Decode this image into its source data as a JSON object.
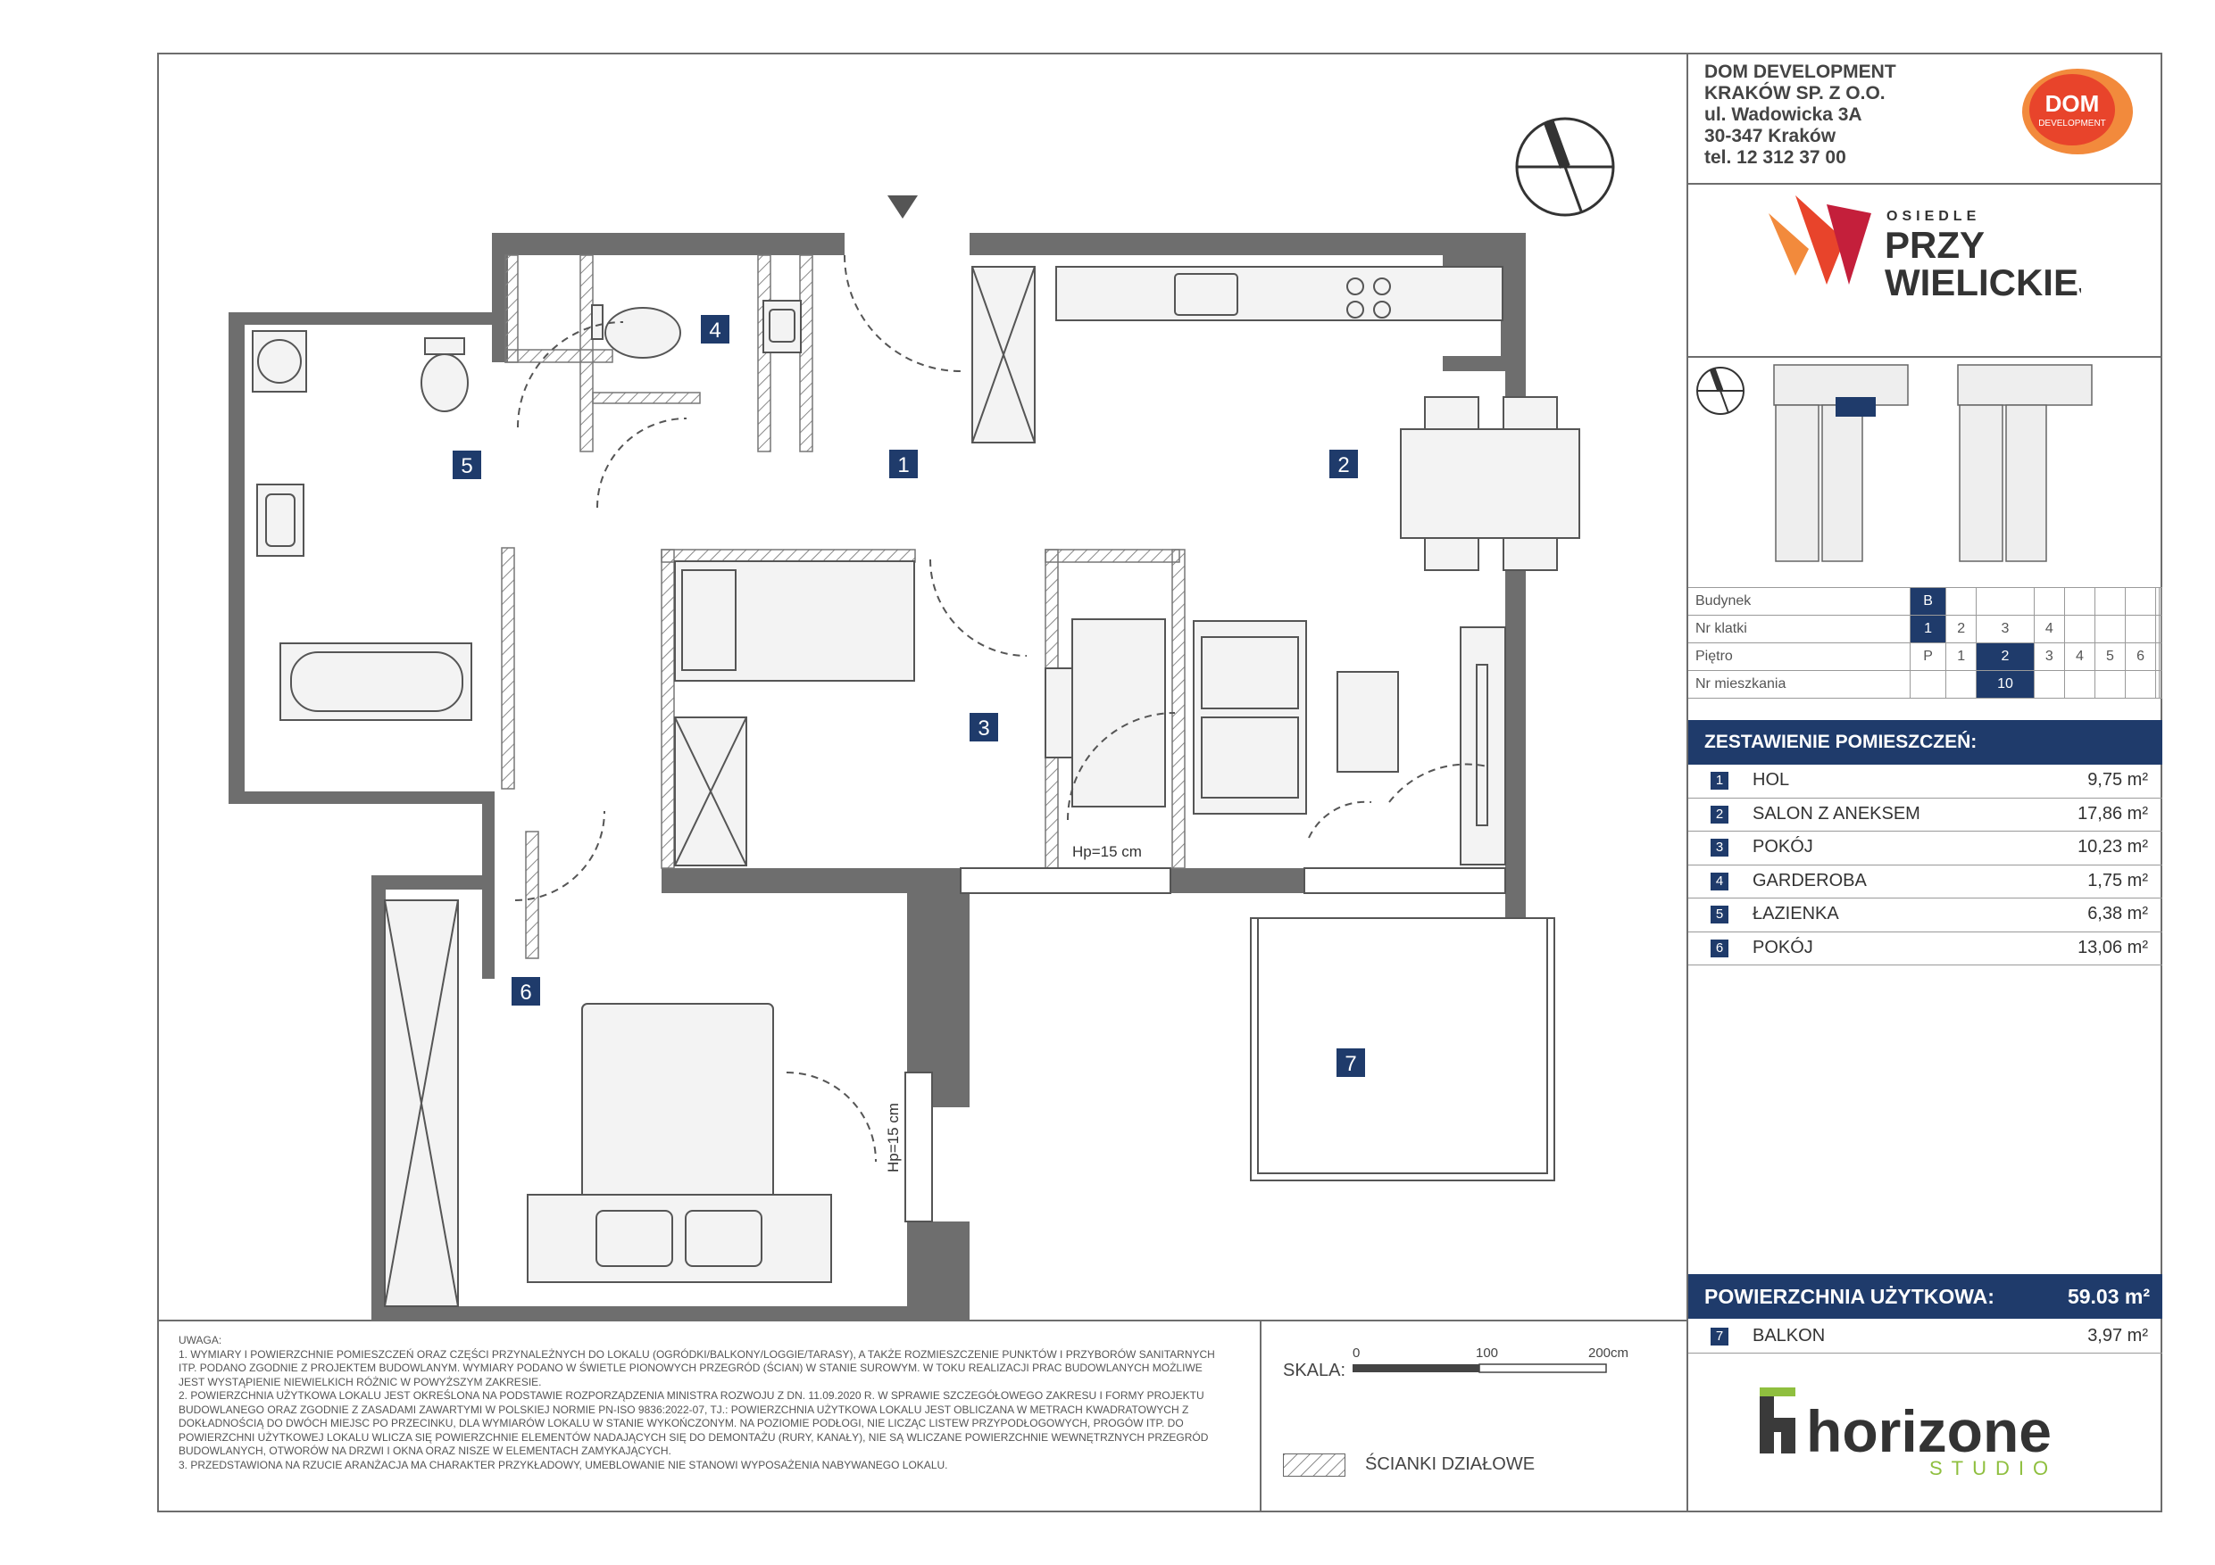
{
  "company": {
    "lines": [
      "DOM DEVELOPMENT",
      "KRAKÓW SP. Z O.O.",
      "ul. Wadowicka 3A",
      "30-347 Kraków",
      "tel. 12 312 37 00"
    ],
    "logo_text_top": "DOM",
    "logo_text_bottom": "DEVELOPMENT",
    "brand_color": "#e8442b"
  },
  "project_logo": {
    "line1": "OSIEDLE",
    "line2": "PRZY",
    "line3": "WIELICKIEJ"
  },
  "info_table": {
    "rows": [
      {
        "label": "Budynek",
        "cells": [
          "B",
          "",
          "",
          "",
          "",
          "",
          "",
          "",
          ""
        ],
        "highlight": 0
      },
      {
        "label": "Nr klatki",
        "cells": [
          "1",
          "2",
          "3",
          "4",
          "",
          "",
          "",
          "",
          ""
        ],
        "highlight": 0
      },
      {
        "label": "Piętro",
        "cells": [
          "P",
          "1",
          "2",
          "3",
          "4",
          "5",
          "6",
          "",
          ""
        ],
        "highlight": 2
      },
      {
        "label": "Nr mieszkania",
        "cells": [
          "",
          "",
          "10",
          "",
          "",
          "",
          "",
          "",
          ""
        ],
        "highlight": 2
      }
    ]
  },
  "rooms_table": {
    "title": "ZESTAWIENIE POMIESZCZEŃ:",
    "rooms": [
      {
        "num": "1",
        "name": "HOL",
        "area": "9,75 m²"
      },
      {
        "num": "2",
        "name": "SALON Z ANEKSEM",
        "area": "17,86 m²"
      },
      {
        "num": "3",
        "name": "POKÓJ",
        "area": "10,23 m²"
      },
      {
        "num": "4",
        "name": "GARDEROBA",
        "area": "1,75 m²"
      },
      {
        "num": "5",
        "name": "ŁAZIENKA",
        "area": "6,38 m²"
      },
      {
        "num": "6",
        "name": "POKÓJ",
        "area": "13,06 m²"
      }
    ],
    "total_label": "POWIERZCHNIA UŻYTKOWA:",
    "total_value": "59.03 m²",
    "balcony": {
      "num": "7",
      "name": "BALKON",
      "area": "3,97 m²"
    }
  },
  "studio_logo": {
    "name": "horizone",
    "sub": "STUDIO"
  },
  "notes": {
    "title": "UWAGA:",
    "items": [
      "1.  WYMIARY I POWIERZCHNIE POMIESZCZEŃ ORAZ CZĘŚCI PRZYNALEŻNYCH DO LOKALU (OGRÓDKI/BALKONY/LOGGIE/TARASY), A TAKŻE ROZMIESZCZENIE PUNKTÓW I PRZYBORÓW SANITARNYCH ITP. PODANO ZGODNIE Z PROJEKTEM BUDOWLANYM. WYMIARY PODANO W ŚWIETLE PIONOWYCH PRZEGRÓD (ŚCIAN) W STANIE SUROWYM. W TOKU REALIZACJI PRAC BUDOWLANYCH MOŻLIWE JEST WYSTĄPIENIE NIEWIELKICH RÓŻNIC W POWYŻSZYM ZAKRESIE.",
      "2.  POWIERZCHNIA UŻYTKOWA LOKALU JEST OKREŚLONA NA PODSTAWIE ROZPORZĄDZENIA MINISTRA ROZWOJU Z DN. 11.09.2020 R. W SPRAWIE SZCZEGÓŁOWEGO ZAKRESU I FORMY PROJEKTU BUDOWLANEGO ORAZ ZGODNIE Z ZASADAMI ZAWARTYMI W POLSKIEJ NORMIE PN-ISO 9836:2022-07, TJ.: POWIERZCHNIA UŻYTKOWA LOKALU JEST OBLICZANA W METRACH KWADRATOWYCH Z DOKŁADNOŚCIĄ DO DWÓCH MIEJSC PO PRZECINKU, DLA WYMIARÓW LOKALU W STANIE WYKOŃCZONYM. NA POZIOMIE PODŁOGI, NIE LICZĄC LISTEW PRZYPODŁOGOWYCH, PROGÓW ITP. DO POWIERZCHNI UŻYTKOWEJ LOKALU WLICZA SIĘ POWIERZCHNIE ELEMENTÓW NADAJĄCYCH SIĘ DO DEMONTAŻU (RURY, KANAŁY), NIE SĄ WLICZANE POWIERZCHNIE WEWNĘTRZNYCH PRZEGRÓD BUDOWLANYCH, OTWORÓW NA DRZWI I OKNA ORAZ NISZE W ELEMENTACH ZAMYKAJĄCYCH.",
      "3.  PRZEDSTAWIONA NA RZUCIE ARANŻACJA MA CHARAKTER PRZYKŁADOWY, UMEBLOWANIE NIE STANOWI WYPOSAŻENIA NABYWANEGO LOKALU."
    ]
  },
  "scale": {
    "label": "SKALA:",
    "ticks": [
      "0",
      "100",
      "200cm"
    ]
  },
  "legend": {
    "partition_walls": "ŚCIANKI DZIAŁOWE"
  },
  "plan": {
    "room_labels": [
      "1",
      "2",
      "3",
      "4",
      "5",
      "6",
      "7"
    ],
    "annotations": [
      "Hp=15 cm",
      "Hp=15 cm"
    ],
    "label_color": "#1f3b6b",
    "wall_color": "#6e6e6e"
  }
}
